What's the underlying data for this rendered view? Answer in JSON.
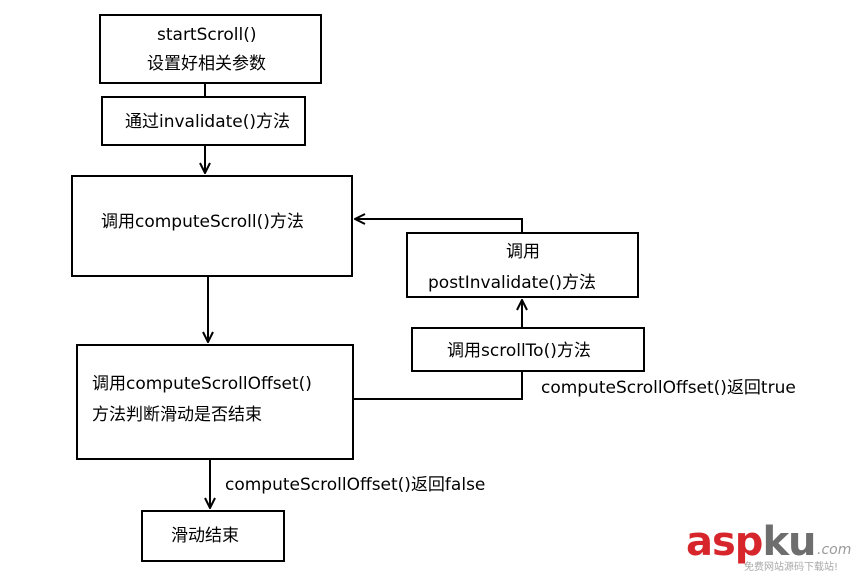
{
  "nodes": {
    "start": {
      "line1": "startScroll()",
      "line2": "设置好相关参数"
    },
    "invalidate": {
      "label": "通过invalidate()方法"
    },
    "compute_scroll": {
      "label": "调用computeScroll()方法"
    },
    "post_invalidate": {
      "line1": "调用",
      "line2": "postInvalidate()方法"
    },
    "scroll_to": {
      "label": "调用scrollTo()方法"
    },
    "offset_check": {
      "line1": "调用computeScrollOffset()",
      "line2": "方法判断滑动是否结束"
    },
    "end": {
      "label": "滑动结束"
    }
  },
  "edges": {
    "true_label": "computeScrollOffset()返回true",
    "false_label": "computeScrollOffset()返回false"
  },
  "watermark": {
    "logo_red": "asp",
    "logo_grey": "ku",
    "domain": ".com",
    "tagline": "免费网站源码下载站!"
  }
}
